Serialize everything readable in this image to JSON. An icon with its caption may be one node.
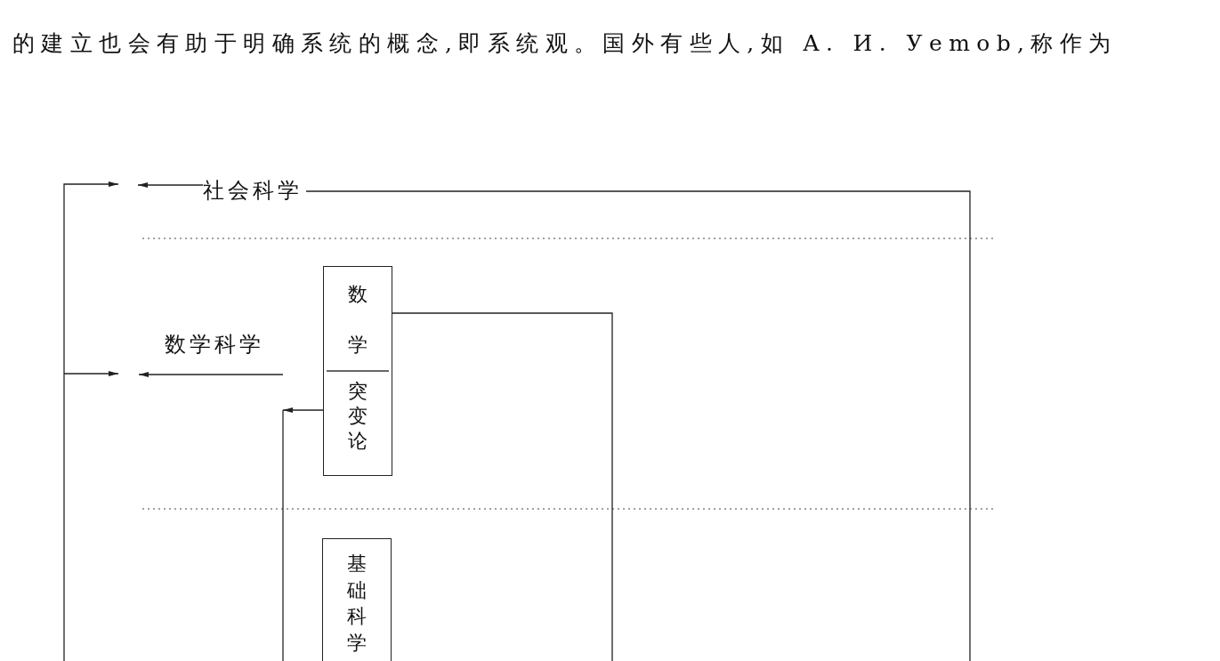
{
  "diagram": {
    "nodes": [
      {
        "text": [
          "社会科学"
        ]
      },
      {
        "text": [
          "数学"
        ]
      },
      {
        "text": [
          "突变论"
        ]
      },
      {
        "text": [
          "基础科学"
        ]
      }
    ],
    "edges": [
      {
        "from": null,
        "to": 0,
        "arrow": "none"
      },
      {
        "from": 0,
        "to": null,
        "arrow": "to"
      },
      {
        "from": 1,
        "to": null,
        "arrow": "none"
      },
      {
        "from": 2,
        "to": null,
        "arrow": "to"
      }
    ],
    "labels": [
      "的建立也会有助于明确系统的概念,即系统观。国外有些人,如 A. И. Уemob,称作为",
      "数学科学"
    ]
  }
}
